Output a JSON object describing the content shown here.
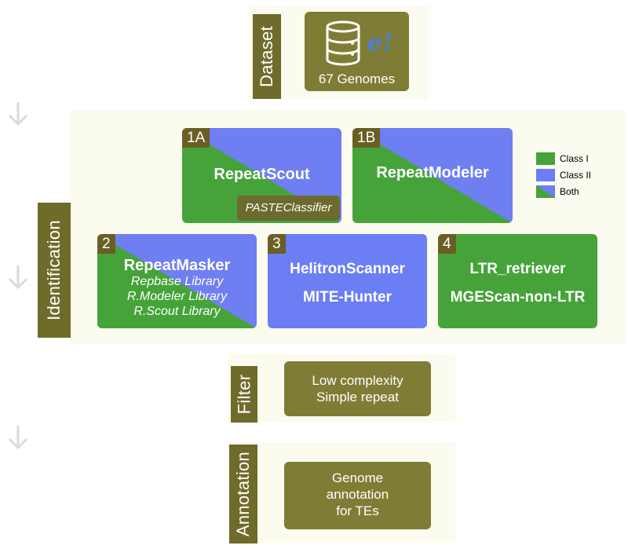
{
  "stages": {
    "dataset": "Dataset",
    "identification": "Identification",
    "filter": "Filter",
    "annotation": "Annotation"
  },
  "dataset_box": {
    "label": "67 Genomes",
    "logo_text": "e!"
  },
  "methods": {
    "m1a": {
      "number": "1A",
      "title": "RepeatScout",
      "sub": "PASTEClassifier"
    },
    "m1b": {
      "number": "1B",
      "title": "RepeatModeler"
    },
    "m2": {
      "number": "2",
      "title": "RepeatMasker",
      "libraries": [
        "Repbase Library",
        "R.Modeler Library",
        "R.Scout Library"
      ]
    },
    "m3": {
      "number": "3",
      "tools": [
        "HelitronScanner",
        "MITE-Hunter"
      ]
    },
    "m4": {
      "number": "4",
      "tools": [
        "LTR_retriever",
        "MGEScan-non-LTR"
      ]
    }
  },
  "legend": [
    {
      "label": "Class I",
      "color": "#45a33a"
    },
    {
      "label": "Class II",
      "color": "#6b7ef3"
    },
    {
      "label": "Both",
      "color": "split"
    }
  ],
  "filter_box": [
    "Low complexity",
    "Simple repeat"
  ],
  "annotation_box": [
    "Genome",
    "annotation",
    "for TEs"
  ],
  "colors": {
    "class1": "#45a33a",
    "class2": "#6b7ef3",
    "stage_label": "#6f6b2a",
    "box": "#7f7d35"
  }
}
